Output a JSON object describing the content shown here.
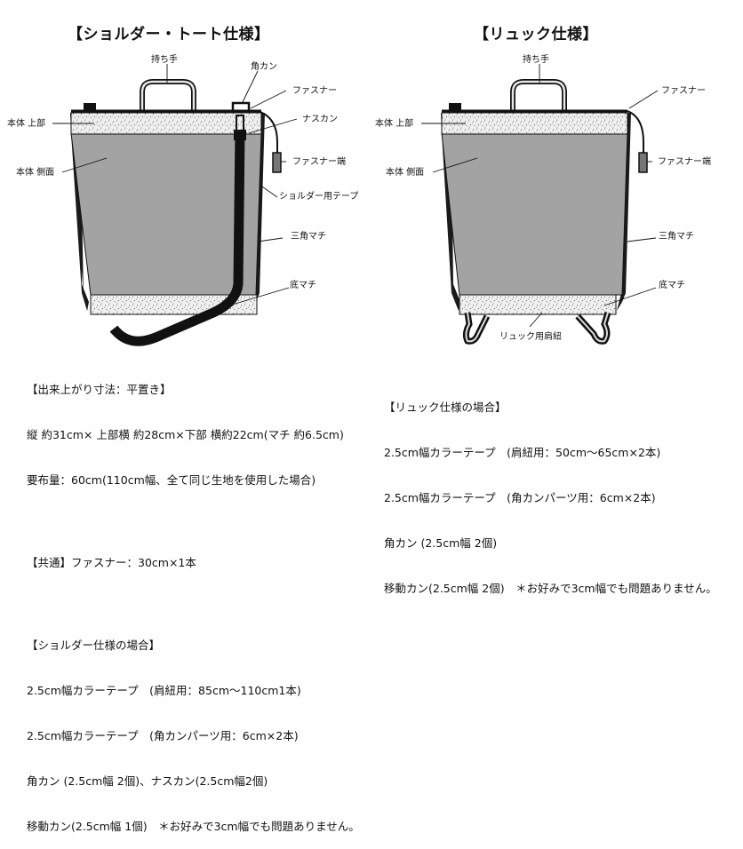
{
  "titles": {
    "shoulder": "【ショルダー・トート仕様】",
    "ruck": "【リュック仕様】"
  },
  "labels_left": {
    "handle": "持ち手",
    "kakukan": "角カン",
    "fastener": "ファスナー",
    "nasukan": "ナスカン",
    "body_top": "本体 上部",
    "fastener_end": "ファスナー端",
    "body_side": "本体 側面",
    "shoulder_tape": "ショルダー用テープ",
    "gusset": "三角マチ",
    "bottom": "底マチ"
  },
  "labels_right": {
    "handle": "持ち手",
    "fastener": "ファスナー",
    "body_top": "本体 上部",
    "fastener_end": "ファスナー端",
    "body_side": "本体 側面",
    "gusset": "三角マチ",
    "bottom": "底マチ",
    "straps": "リュック用肩紐"
  },
  "specs_left": {
    "finish_title": "【出来上がり寸法：平置き】",
    "finish_size": "縦 約31cm× 上部横 約28cm×下部 横約22cm(マチ 約6.5cm)",
    "fabric": "要布量：60cm(110cm幅、全て同じ生地を使用した場合)",
    "common": "【共通】ファスナー：30cm×1本",
    "shoulder_title": "【ショルダー仕様の場合】",
    "tape1": "2.5cm幅カラーテープ　(肩紐用：85cm～110cm1本)",
    "tape2": "2.5cm幅カラーテープ　(角カンパーツ用：6cm×2本)",
    "rings": "角カン (2.5cm幅 2個)、ナスカン(2.5cm幅2個)",
    "slider": "移動カン(2.5cm幅 1個)　＊お好みで3cm幅でも問題ありません。"
  },
  "specs_right": {
    "ruck_title": "【リュック仕様の場合】",
    "tape1": "2.5cm幅カラーテープ　(肩紐用：50cm～65cm×2本)",
    "tape2": "2.5cm幅カラーテープ　(角カンパーツ用：6cm×2本)",
    "rings": "角カン (2.5cm幅 2個)",
    "slider": "移動カン(2.5cm幅 2個)　＊お好みで3cm幅でも問題ありません。"
  },
  "colors": {
    "body_gray": "#a3a3a3",
    "speckle_bg": "#efefef",
    "dark": "#1a1a1a"
  }
}
